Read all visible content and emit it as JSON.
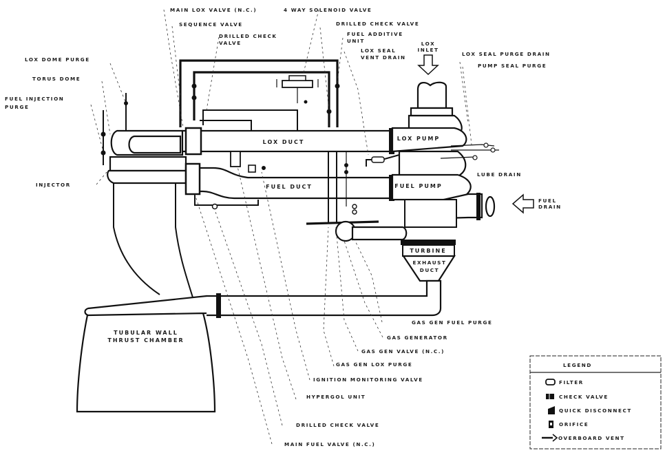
{
  "diagram": {
    "title": "",
    "callouts": {
      "main_lox_valve": "MAIN LOX VALVE (N.C.)",
      "four_way_solenoid_valve": "4 WAY SOLENOID VALVE",
      "sequence_valve": "SEQUENCE VALVE",
      "drilled_check_valve_top_line1": "DRILLED CHECK",
      "drilled_check_valve_top_line2": "VALVE",
      "drilled_check_valve_right": "DRILLED CHECK VALVE",
      "fuel_additive_unit_line1": "FUEL ADDITIVE",
      "fuel_additive_unit_line2": "UNIT",
      "lox_seal_vent_drain_line1": "LOX SEAL",
      "lox_seal_vent_drain_line2": "VENT DRAIN",
      "lox_inlet_line1": "LOX",
      "lox_inlet_line2": "INLET",
      "lox_seal_purge_drain": "LOX SEAL PURGE DRAIN",
      "pump_seal_purge": "PUMP SEAL PURGE",
      "lox_dome_purge": "LOX DOME PURGE",
      "torus_dome": "TORUS DOME",
      "fuel_injection_purge_line1": "FUEL INJECTION",
      "fuel_injection_purge_line2": "PURGE",
      "injector": "INJECTOR",
      "lube_drain": "LUBE DRAIN",
      "fuel_drain_line1": "FUEL",
      "fuel_drain_line2": "DRAIN",
      "gas_gen_fuel_purge": "GAS GEN FUEL PURGE",
      "gas_generator": "GAS GENERATOR",
      "gas_gen_valve": "GAS GEN VALVE (N.C.)",
      "gas_gen_lox_purge": "GAS GEN LOX PURGE",
      "ignition_monitoring_valve": "IGNITION MONITORING VALVE",
      "hypergol_unit": "HYPERGOL UNIT",
      "drilled_check_valve_bottom": "DRILLED CHECK VALVE",
      "main_fuel_valve": "MAIN FUEL VALVE (N.C.)"
    },
    "components": {
      "lox_duct": "LOX DUCT",
      "fuel_duct": "FUEL DUCT",
      "lox_pump": "LOX PUMP",
      "fuel_pump": "FUEL PUMP",
      "turbine": "TURBINE",
      "exhaust_duct_line1": "EXHAUST",
      "exhaust_duct_line2": "DUCT",
      "thrust_chamber_line1": "TUBULAR WALL",
      "thrust_chamber_line2": "THRUST CHAMBER"
    },
    "legend": {
      "title": "LEGEND",
      "items": [
        {
          "icon": "filter-icon",
          "label": "FILTER"
        },
        {
          "icon": "check-valve-icon",
          "label": "CHECK VALVE"
        },
        {
          "icon": "quick-disconnect-icon",
          "label": "QUICK DISCONNECT"
        },
        {
          "icon": "orifice-icon",
          "label": "ORIFICE"
        },
        {
          "icon": "overboard-vent-icon",
          "label": "OVERBOARD VENT"
        }
      ]
    }
  }
}
